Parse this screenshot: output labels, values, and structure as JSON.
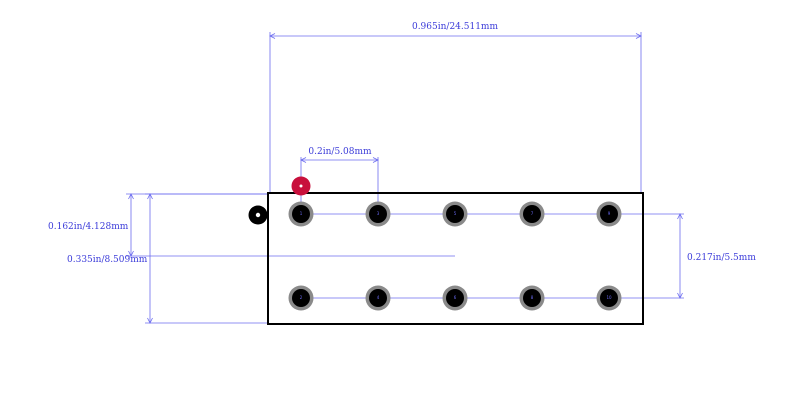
{
  "dimensions": {
    "overall_width": "0.965in/24.511mm",
    "pitch": "0.2in/5.08mm",
    "row_spacing": "0.217in/5.5mm",
    "pin1_offset": "0.162in/4.128mm",
    "overall_height": "0.335in/8.509mm"
  },
  "pins": {
    "top_row": [
      "1",
      "3",
      "5",
      "7",
      "9"
    ],
    "bottom_row": [
      "2",
      "4",
      "6",
      "8",
      "10"
    ]
  },
  "colors": {
    "dimension": "#6b6bef",
    "dimension_text": "#3b3bd9",
    "outline": "#000000",
    "pad_ring": "#8a8a8a",
    "pin1_marker": "#c8103c"
  }
}
